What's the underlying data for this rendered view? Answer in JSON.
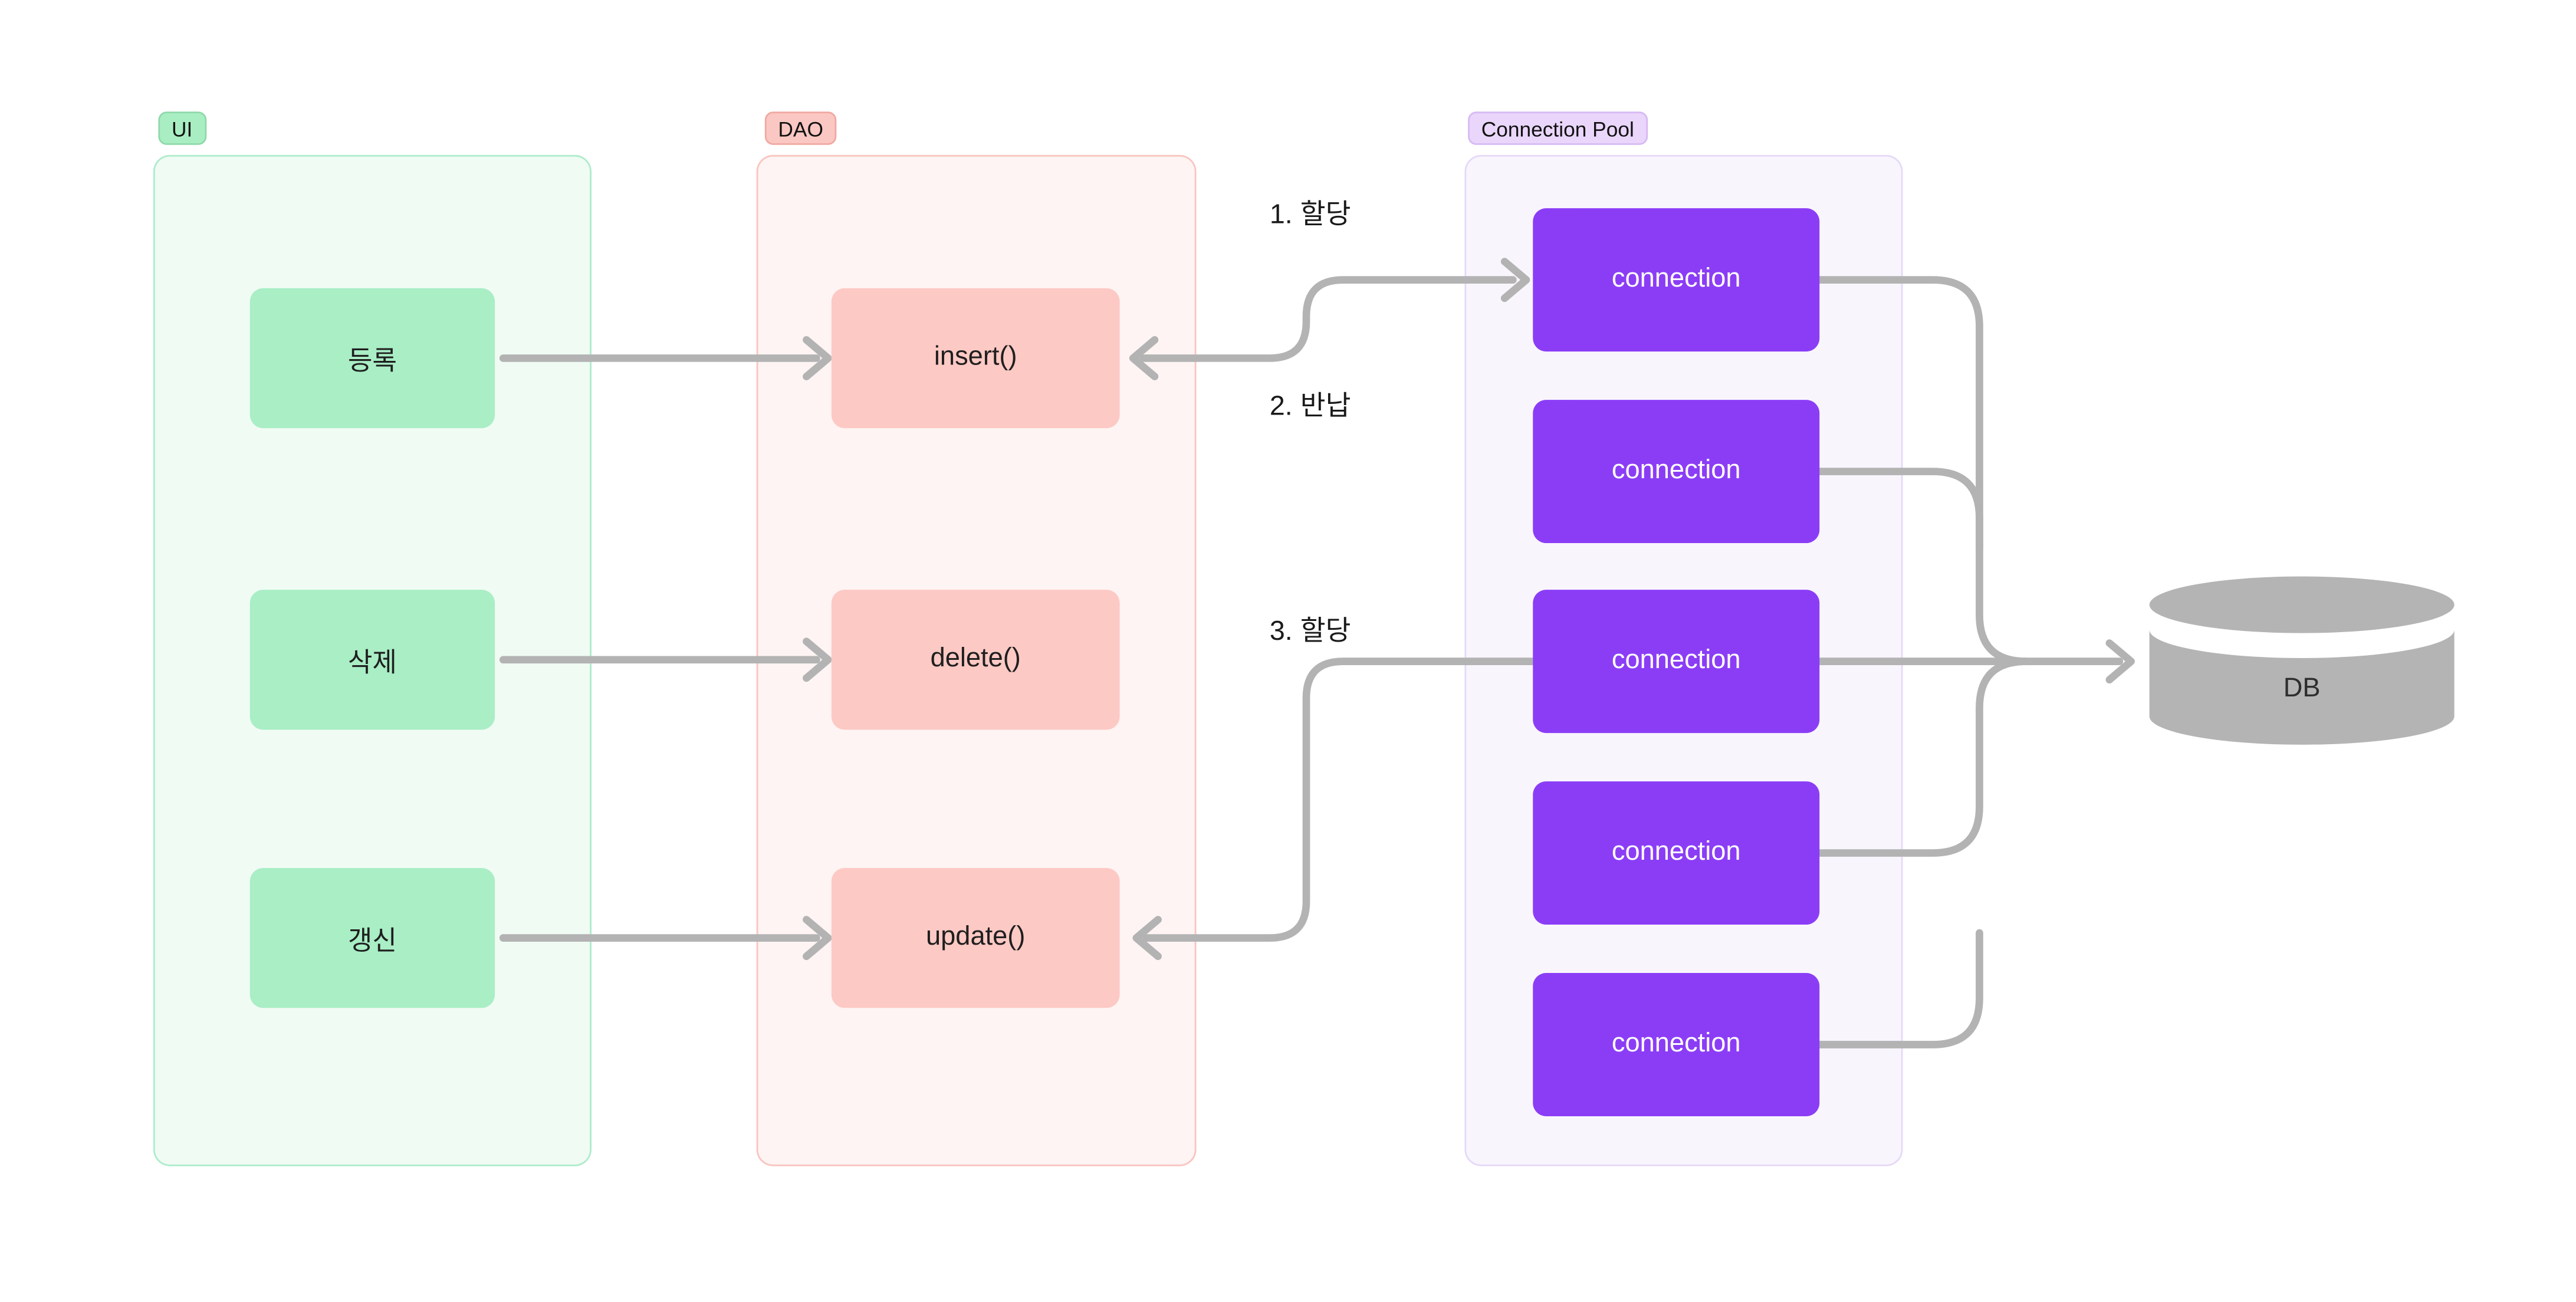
{
  "diagram": {
    "ui": {
      "badge": "UI",
      "boxes": [
        {
          "label": "등록"
        },
        {
          "label": "삭제"
        },
        {
          "label": "갱신"
        }
      ]
    },
    "dao": {
      "badge": "DAO",
      "boxes": [
        {
          "label": "insert()"
        },
        {
          "label": "delete()"
        },
        {
          "label": "update()"
        }
      ]
    },
    "pool": {
      "badge": "Connection Pool",
      "boxes": [
        {
          "label": "connection"
        },
        {
          "label": "connection"
        },
        {
          "label": "connection"
        },
        {
          "label": "connection"
        },
        {
          "label": "connection"
        }
      ]
    },
    "db": {
      "label": "DB"
    },
    "annotations": [
      {
        "label": "1. 할당"
      },
      {
        "label": "2. 반납"
      },
      {
        "label": "3. 할당"
      }
    ],
    "colors": {
      "green_node": "#a9eec5",
      "green_panel_border": "#aeeccb",
      "green_panel_bg": "#f0fbf4",
      "pink_node": "#fdc9c4",
      "pink_panel_border": "#f9c5c0",
      "pink_panel_bg": "#fdf4f3",
      "purple_node": "#8b3df6",
      "purple_panel_border": "#e6d9f8",
      "purple_panel_bg": "#f9f5fd",
      "connector_gray": "#b3b3b3",
      "db_gray": "#b4b4b4",
      "text_dark": "#1f1f1f",
      "node_text_light": "#ffffff"
    }
  }
}
